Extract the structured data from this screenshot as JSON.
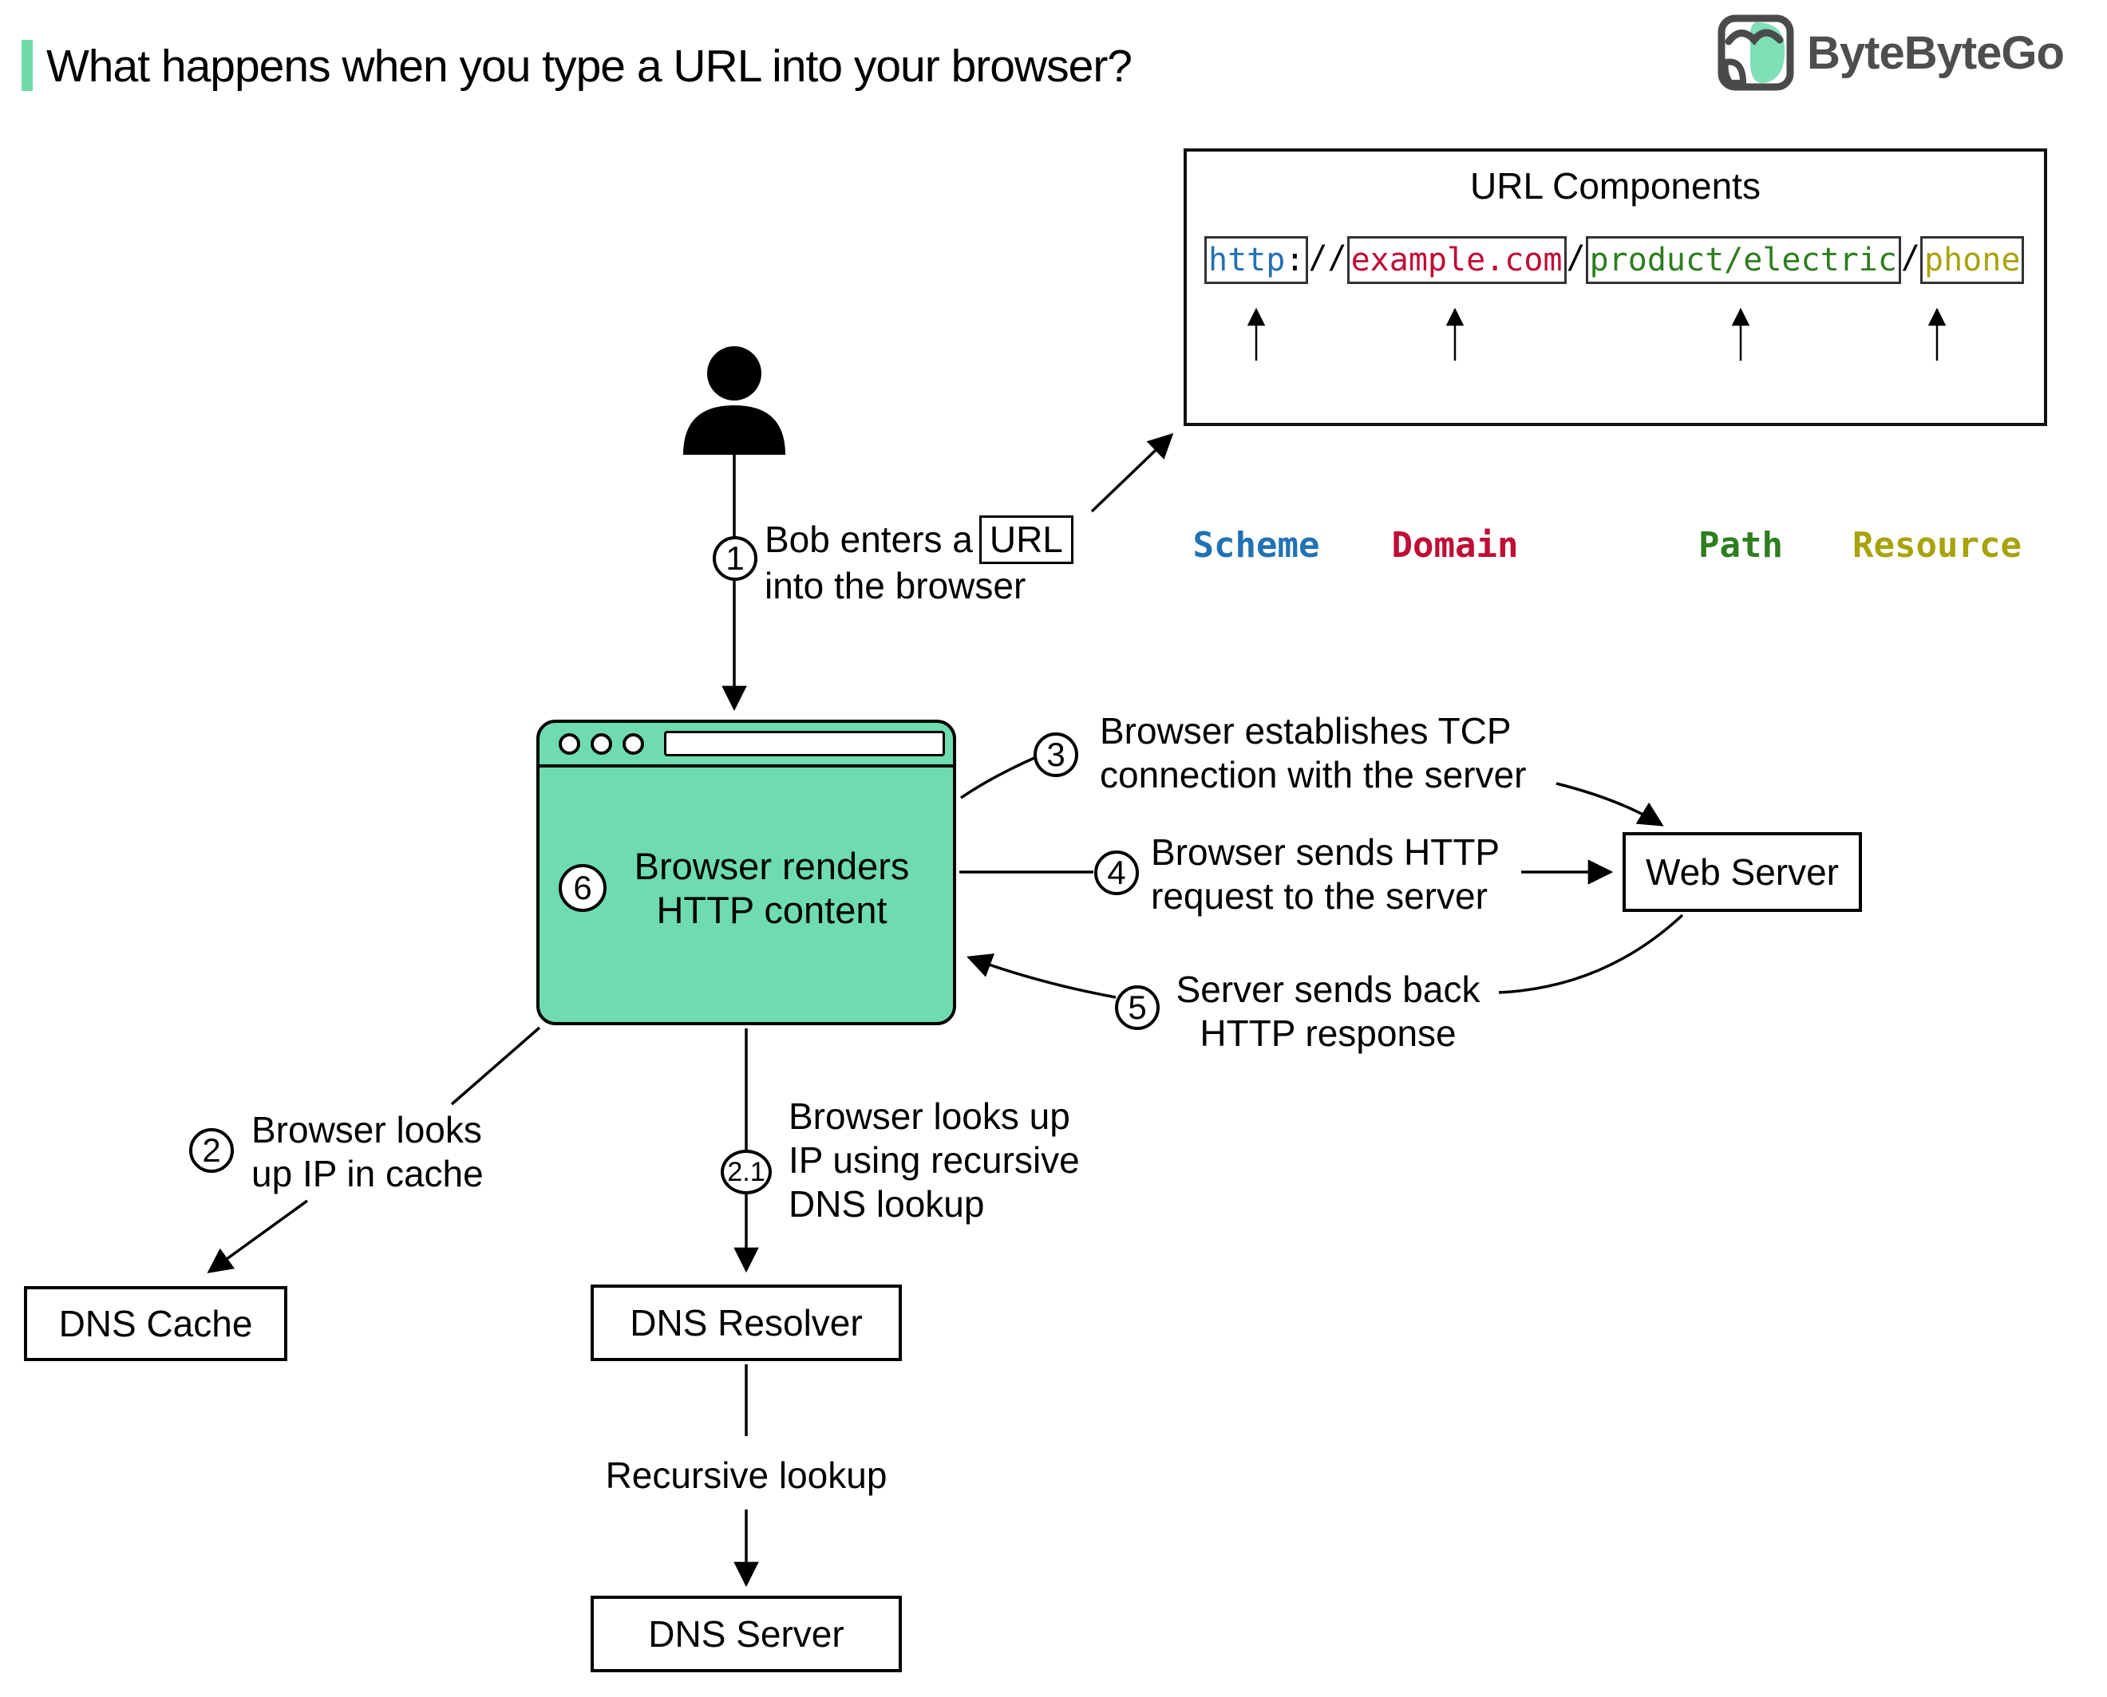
{
  "header": {
    "title": "What happens when you type a URL into your browser?",
    "brand": "ByteByteGo"
  },
  "url_components": {
    "title": "URL Components",
    "scheme": {
      "value": "http",
      "colon": ":",
      "label": "Scheme"
    },
    "sep1": "//",
    "domain": {
      "value": "example.com",
      "label": "Domain"
    },
    "sep2": "/",
    "path": {
      "value": "product/electric",
      "label": "Path"
    },
    "sep3": "/",
    "resource": {
      "value": "phone",
      "label": "Resource"
    }
  },
  "steps": {
    "s1": {
      "num": "1",
      "line1_prefix": "Bob enters a",
      "url_word": "URL",
      "line2": "into the browser"
    },
    "s2": {
      "num": "2",
      "line1": "Browser looks",
      "line2": "up IP in cache"
    },
    "s21": {
      "num": "2.1",
      "line1": "Browser looks up",
      "line2": "IP using recursive",
      "line3": "DNS lookup"
    },
    "s3": {
      "num": "3",
      "line1": "Browser establishes TCP",
      "line2": "connection with the server"
    },
    "s4": {
      "num": "4",
      "line1": "Browser sends HTTP",
      "line2": "request to the server"
    },
    "s5": {
      "num": "5",
      "line1": "Server sends back",
      "line2": "HTTP response"
    },
    "s6": {
      "num": "6",
      "line1": "Browser renders",
      "line2": "HTTP content"
    }
  },
  "nodes": {
    "web_server": "Web Server",
    "dns_cache": "DNS Cache",
    "dns_resolver": "DNS Resolver",
    "dns_server": "DNS Server"
  },
  "labels": {
    "recursive_lookup": "Recursive lookup"
  },
  "colors": {
    "mint": "#6EDCB0",
    "accent": "#6FD9A8",
    "scheme": "#2171B5",
    "domain": "#C00D35",
    "path": "#2E7D1F",
    "resource": "#A8A30C",
    "brand_text": "#4E4E4E"
  }
}
